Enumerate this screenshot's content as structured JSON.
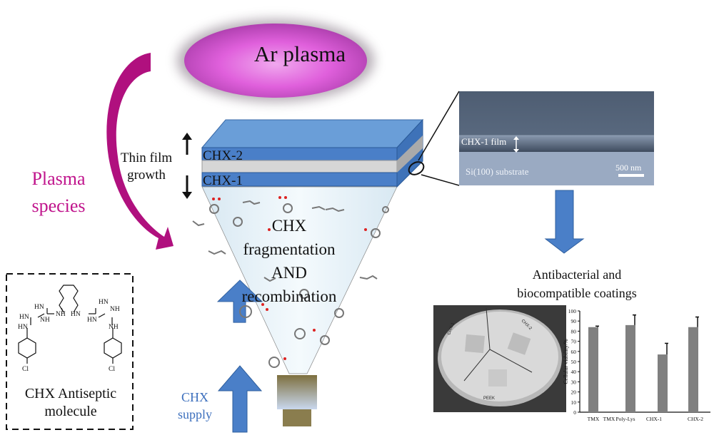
{
  "plasma": {
    "label": "Ar plasma"
  },
  "species": {
    "label_line1": "Plasma",
    "label_line2": "species",
    "color": "#c0148c"
  },
  "film": {
    "growth_line1": "Thin film",
    "growth_line2": "growth",
    "top_layer": "CHX-2",
    "bottom_layer": "CHX-1",
    "layer_color": "#4a7fc8",
    "middle_color": "#d6d6d6"
  },
  "process": {
    "line1": "CHX",
    "line2": "fragmentation",
    "line3": "AND",
    "line4": "recombination"
  },
  "supply": {
    "line1": "CHX",
    "line2": "supply",
    "arrow_color": "#4a7fc8"
  },
  "sem": {
    "film_label": "CHX-1 film",
    "substrate_label": "Si(100) substrate",
    "scale_label": "500 nm"
  },
  "outcome": {
    "line1": "Antibacterial and",
    "line2": "biocompatible coatings"
  },
  "molecule": {
    "caption_line1": "CHX Antiseptic",
    "caption_line2": "molecule",
    "atoms": [
      "HN",
      "NH",
      "HN",
      "NH",
      "NH",
      "HN",
      "HN",
      "NH",
      "NH",
      "HN",
      "HN",
      "NH",
      "Cl",
      "Cl"
    ]
  },
  "petri": {
    "labels": [
      "CHX-1",
      "CHX-2",
      "PEEK"
    ]
  },
  "chart_data": {
    "type": "bar",
    "title": "",
    "xlabel": "",
    "ylabel": "Cellular viability/%",
    "categories": [
      "TMX",
      "TMX",
      "Poly-Lys",
      "CHX-1",
      "CHX-2"
    ],
    "values": [
      84,
      null,
      86,
      57,
      84
    ],
    "errors": [
      1,
      null,
      10,
      11,
      10
    ],
    "ylim": [
      0,
      100
    ],
    "yticks": [
      0,
      10,
      20,
      30,
      40,
      50,
      60,
      70,
      80,
      90,
      100
    ],
    "grid": false,
    "bar_color": "#808080"
  }
}
